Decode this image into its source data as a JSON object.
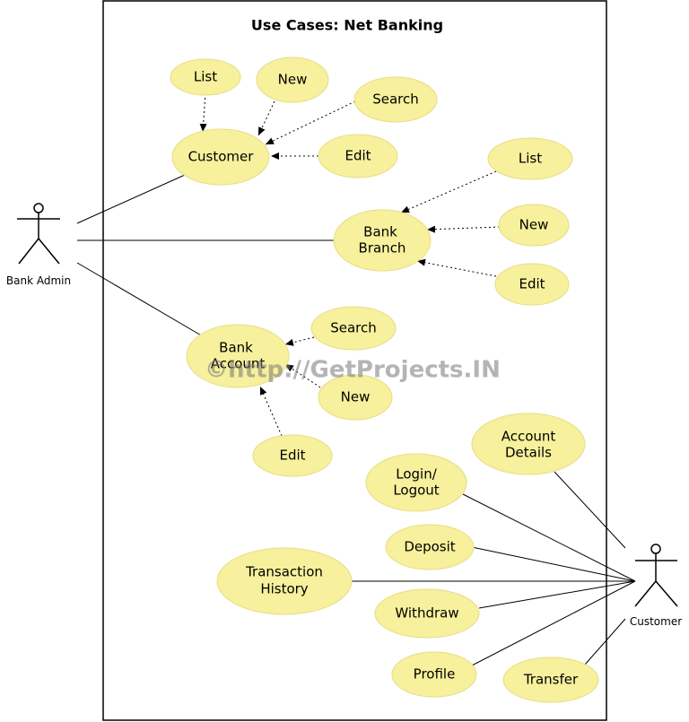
{
  "diagram": {
    "title": "Use Cases: Net Banking",
    "watermark": "©http://GetProjects.IN",
    "actors": {
      "bank_admin": {
        "label": "Bank Admin"
      },
      "customer": {
        "label": "Customer"
      }
    },
    "use_cases": {
      "customer_list": [
        "List"
      ],
      "customer_new": [
        "New"
      ],
      "customer_search": [
        "Search"
      ],
      "customer": [
        "Customer"
      ],
      "customer_edit": [
        "Edit"
      ],
      "branch_list": [
        "List"
      ],
      "bank_branch": [
        "Bank",
        "Branch"
      ],
      "branch_new": [
        "New"
      ],
      "branch_edit": [
        "Edit"
      ],
      "account_search": [
        "Search"
      ],
      "bank_account": [
        "Bank",
        "Account"
      ],
      "account_new": [
        "New"
      ],
      "account_edit": [
        "Edit"
      ],
      "account_details": [
        "Account",
        "Details"
      ],
      "login_logout": [
        "Login/",
        "Logout"
      ],
      "deposit": [
        "Deposit"
      ],
      "transaction_history": [
        "Transaction",
        "History"
      ],
      "withdraw": [
        "Withdraw"
      ],
      "profile": [
        "Profile"
      ],
      "transfer": [
        "Transfer"
      ]
    }
  }
}
